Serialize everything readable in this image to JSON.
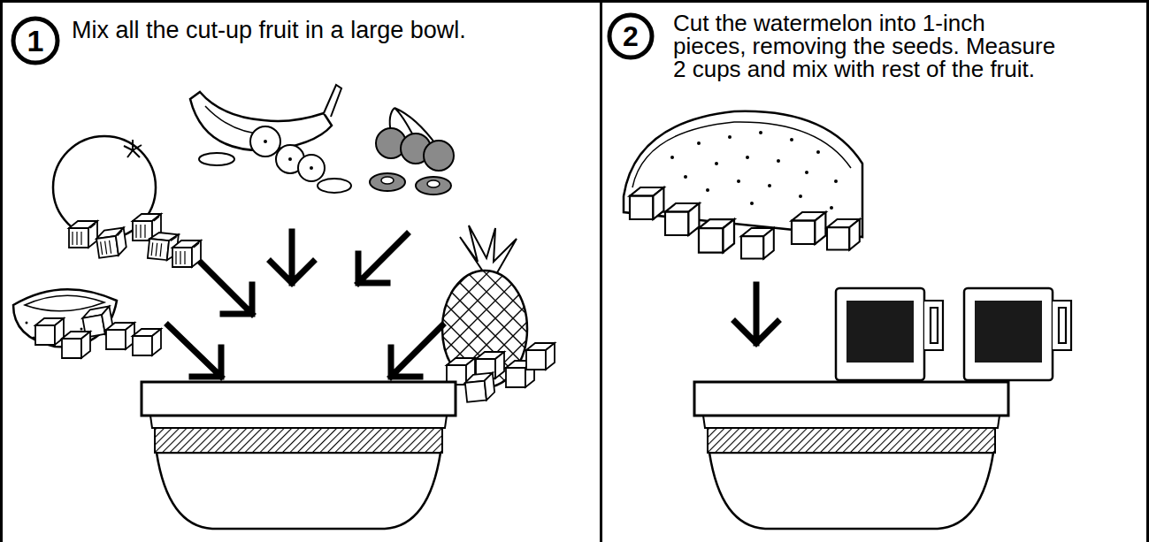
{
  "diagram": {
    "nodes": [
      {
        "text": [
          "Mix all the cut-up fruit in a large bowl."
        ]
      },
      {
        "text": [
          "1"
        ],
        "in": 0
      },
      {
        "text": [
          "Cut the watermelon into 1-inch pieces, removing the seeds. Measure 2 cups and mix with rest of the fruit."
        ]
      },
      {
        "text": [
          "2"
        ],
        "in": 2
      }
    ]
  }
}
